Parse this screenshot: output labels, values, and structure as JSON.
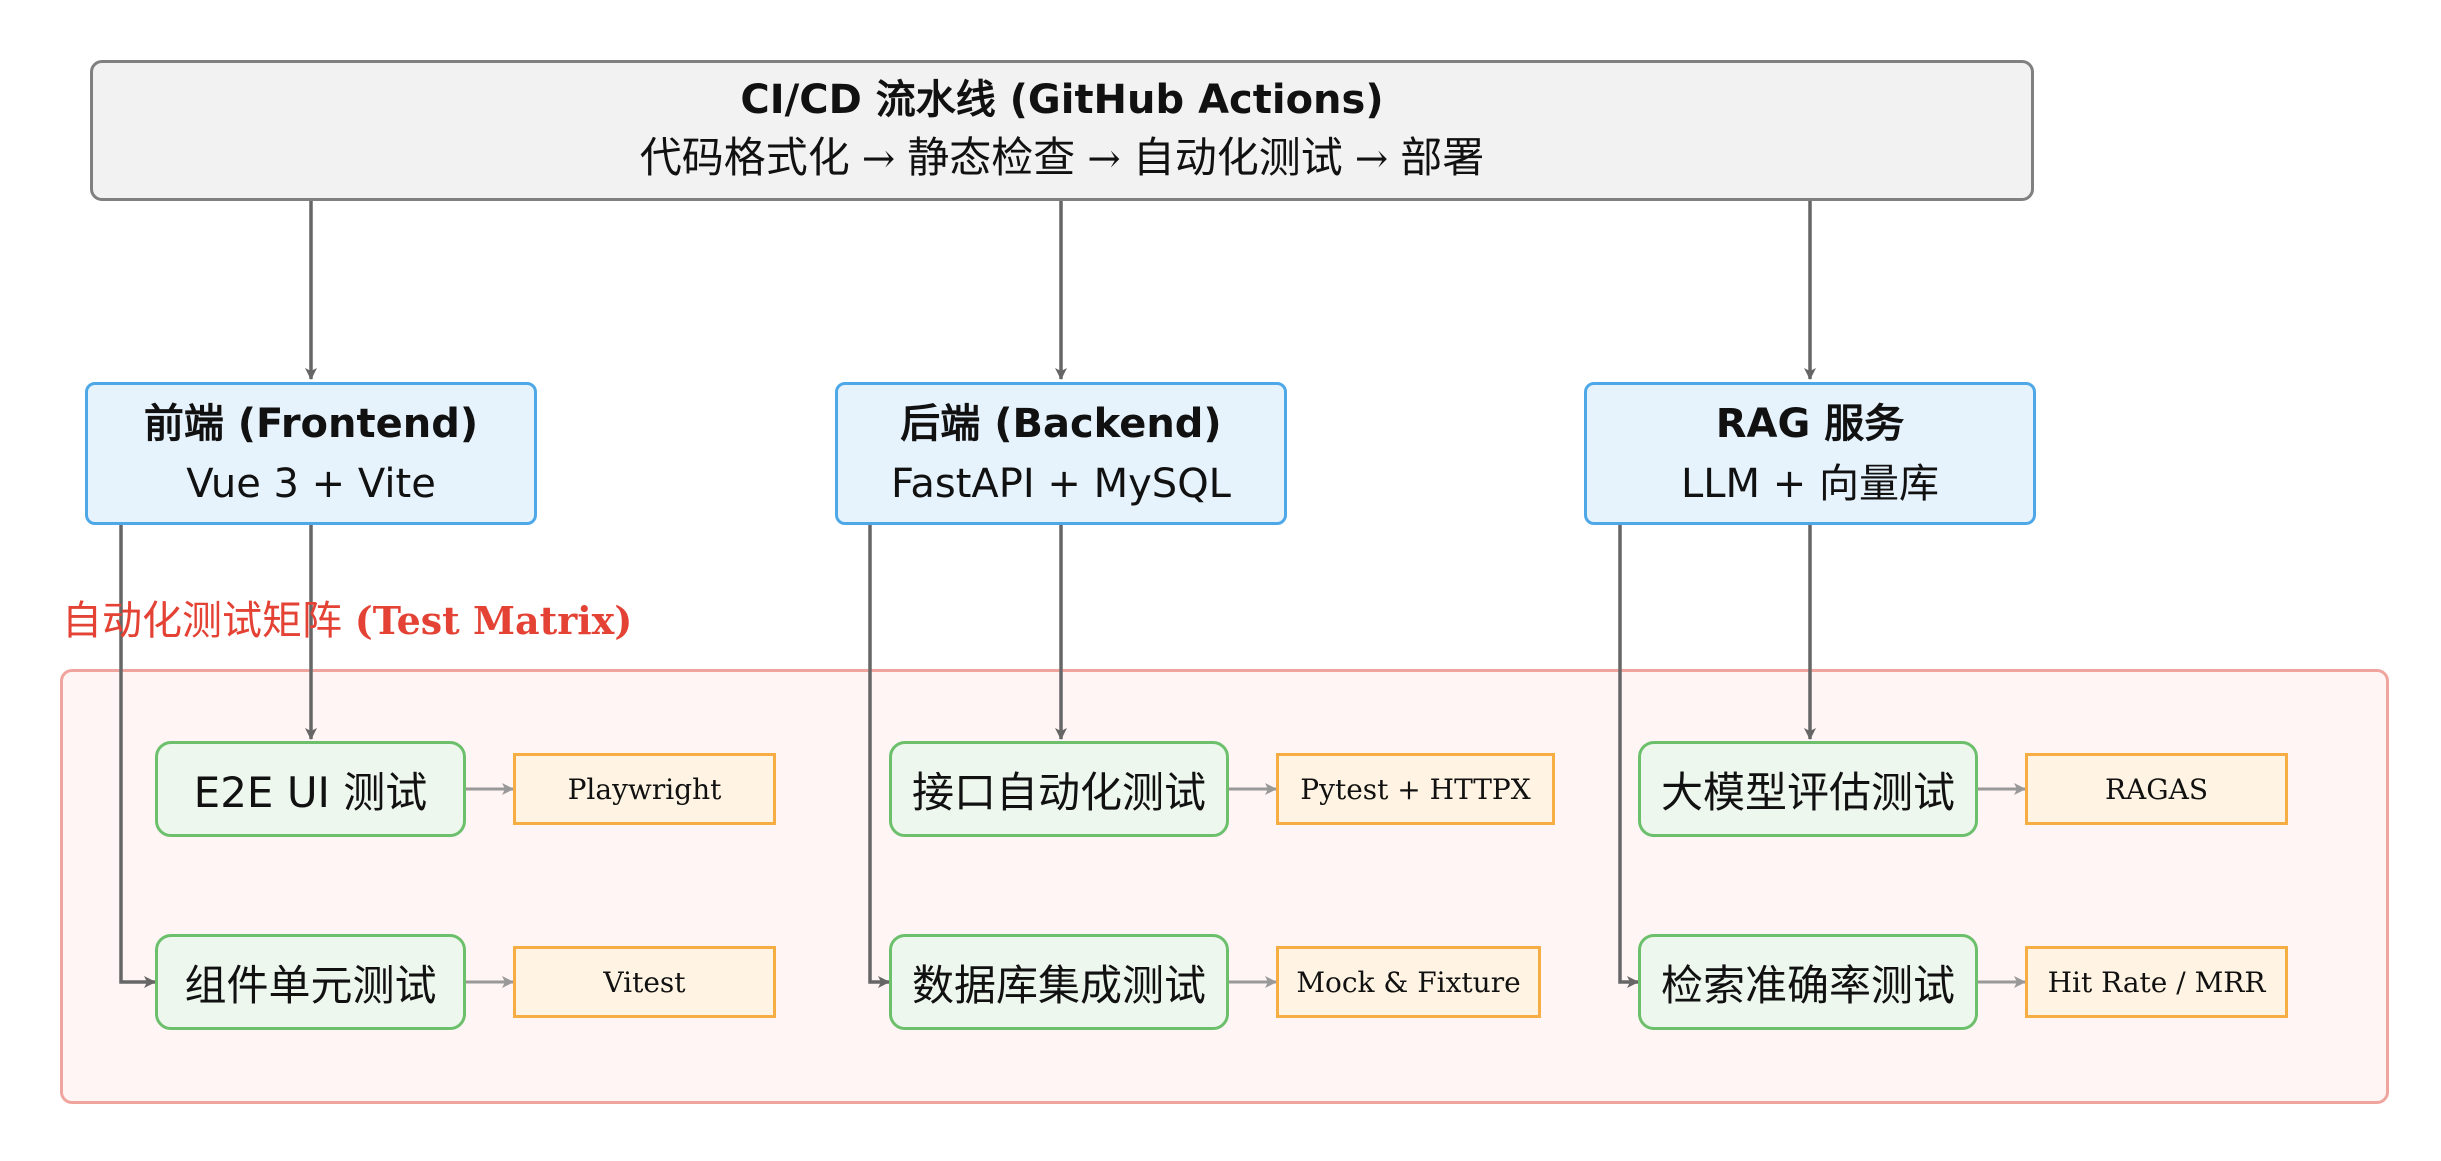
{
  "pipeline": {
    "title": "CI/CD 流水线 (GitHub Actions)",
    "steps": [
      "代码格式化",
      "静态检查",
      "自动化测试",
      "部署"
    ],
    "arrow": "→"
  },
  "services": {
    "frontend": {
      "title": "前端 (Frontend)",
      "subtitle": "Vue 3 + Vite"
    },
    "backend": {
      "title": "后端 (Backend)",
      "subtitle": "FastAPI + MySQL"
    },
    "rag": {
      "title": "RAG 服务",
      "subtitle": "LLM + 向量库"
    }
  },
  "matrix": {
    "label_cn": "自动化测试矩阵",
    "label_en": "(Test Matrix)"
  },
  "tests": {
    "e2e": {
      "name": "E2E UI 测试",
      "tool": "Playwright"
    },
    "component": {
      "name": "组件单元测试",
      "tool": "Vitest"
    },
    "api": {
      "name": "接口自动化测试",
      "tool": "Pytest + HTTPX"
    },
    "db": {
      "name": "数据库集成测试",
      "tool": "Mock & Fixture"
    },
    "llm": {
      "name": "大模型评估测试",
      "tool": "RAGAS"
    },
    "retrieval": {
      "name": "检索准确率测试",
      "tool": "Hit Rate / MRR"
    }
  },
  "colors": {
    "pipeline_fill": "#f2f2f2",
    "pipeline_border": "#808080",
    "service_fill": "#e6f3fd",
    "service_border": "#4ea8e8",
    "matrix_fill": "#fff5f4",
    "matrix_border": "#f0a49e",
    "matrix_label": "#e34234",
    "test_fill": "#eef7ee",
    "test_border": "#6cc06c",
    "tool_fill": "#fff4e3",
    "tool_border": "#f5ad44",
    "arrow_dark": "#666666",
    "arrow_light": "#999999"
  }
}
